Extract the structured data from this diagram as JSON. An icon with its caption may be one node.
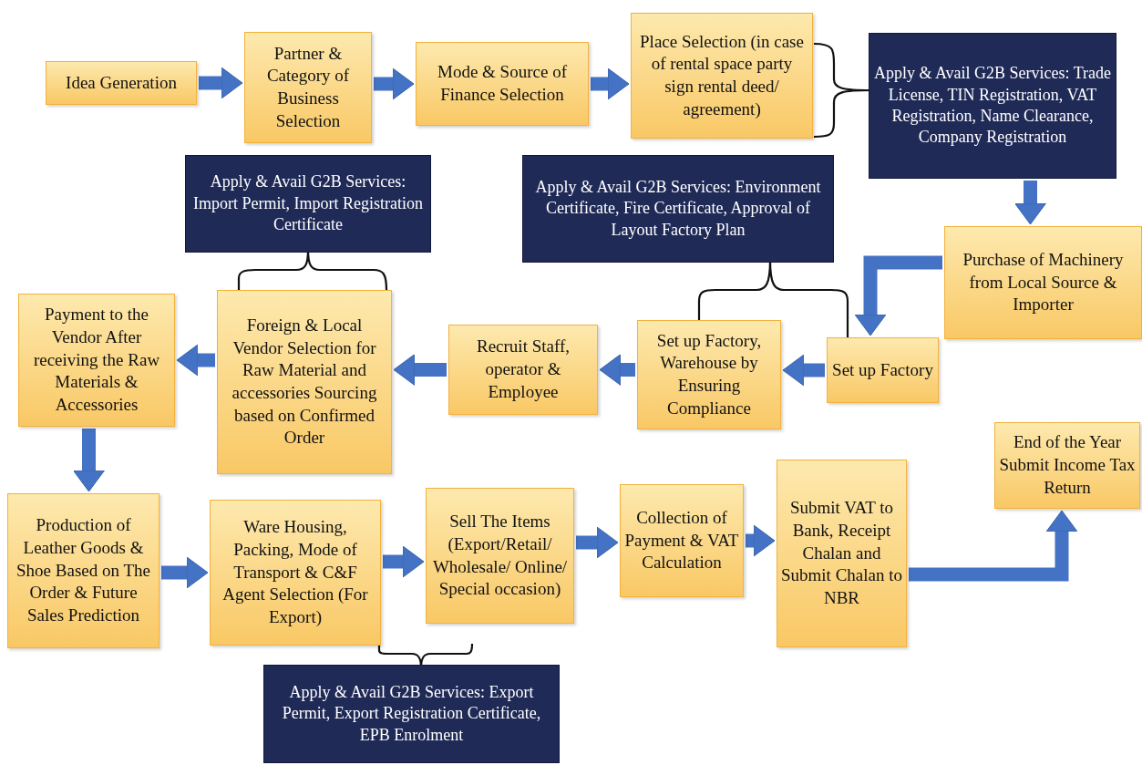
{
  "diagram": {
    "nodes": [
      {
        "text": [
          "Idea Generation"
        ]
      },
      {
        "text": [
          "Partner & Category of Business Selection"
        ]
      },
      {
        "text": [
          "Mode & Source of Finance Selection"
        ]
      },
      {
        "text": [
          "Place Selection (in case of rental space party sign rental deed/ agreement)"
        ]
      },
      {
        "text": [
          "Apply & Avail G2B Services: Trade License, TIN Registration, VAT Registration, Name Clearance, Company Registration"
        ]
      },
      {
        "text": [
          "Apply & Avail G2B Services: Import Permit, Import Registration Certificate"
        ]
      },
      {
        "text": [
          "Apply & Avail G2B Services: Environment Certificate, Fire Certificate, Approval of Layout Factory Plan"
        ]
      },
      {
        "text": [
          "Purchase of Machinery from Local Source & Importer"
        ]
      },
      {
        "text": [
          "Payment to the Vendor After receiving the Raw Materials & Accessories"
        ]
      },
      {
        "text": [
          "Foreign & Local Vendor Selection for Raw Material and accessories Sourcing based on Confirmed Order"
        ]
      },
      {
        "text": [
          "Recruit Staff, operator & Employee"
        ]
      },
      {
        "text": [
          "Set up Factory, Warehouse by Ensuring Compliance"
        ]
      },
      {
        "text": [
          "Set up Factory"
        ]
      },
      {
        "text": [
          "End of the Year Submit Income Tax Return"
        ]
      },
      {
        "text": [
          "Production of Leather Goods & Shoe Based on The Order & Future Sales Prediction"
        ]
      },
      {
        "text": [
          "Ware Housing, Packing, Mode of Transport & C&F Agent Selection (For Export)"
        ]
      },
      {
        "text": [
          "Sell The Items (Export/Retail/ Wholesale/ Online/ Special occasion)"
        ]
      },
      {
        "text": [
          "Collection of Payment & VAT Calculation"
        ]
      },
      {
        "text": [
          "Submit VAT to Bank, Receipt Chalan and Submit Chalan to NBR"
        ]
      },
      {
        "text": [
          "Apply & Avail G2B Services: Export Permit, Export Registration Certificate, EPB Enrolment"
        ]
      }
    ],
    "edges": [
      {
        "from": 0,
        "to": 1,
        "arrow": "to"
      },
      {
        "from": 1,
        "to": 2,
        "arrow": "to"
      },
      {
        "from": 2,
        "to": 3,
        "arrow": "to"
      },
      {
        "from": 3,
        "to": 4,
        "arrow": "none",
        "color": "#111111"
      },
      {
        "from": 4,
        "to": 7,
        "arrow": "to"
      },
      {
        "from": 7,
        "to": 12,
        "arrow": "to"
      },
      {
        "from": 12,
        "to": 11,
        "arrow": "to"
      },
      {
        "from": 11,
        "to": 10,
        "arrow": "to"
      },
      {
        "from": 10,
        "to": 9,
        "arrow": "to"
      },
      {
        "from": 9,
        "to": 8,
        "arrow": "to"
      },
      {
        "from": 8,
        "to": 14,
        "arrow": "to"
      },
      {
        "from": 14,
        "to": 15,
        "arrow": "to"
      },
      {
        "from": 15,
        "to": 16,
        "arrow": "to"
      },
      {
        "from": 16,
        "to": 17,
        "arrow": "to"
      },
      {
        "from": 17,
        "to": 18,
        "arrow": "to"
      },
      {
        "from": 18,
        "to": 13,
        "arrow": "to"
      },
      {
        "from": 9,
        "to": 5,
        "arrow": "none",
        "color": "#111111"
      },
      {
        "from": 11,
        "to": 6,
        "arrow": "none",
        "color": "#111111"
      },
      {
        "from": 12,
        "to": 6,
        "arrow": "none",
        "color": "#111111"
      },
      {
        "from": 15,
        "to": 19,
        "arrow": "none",
        "color": "#111111"
      }
    ]
  }
}
